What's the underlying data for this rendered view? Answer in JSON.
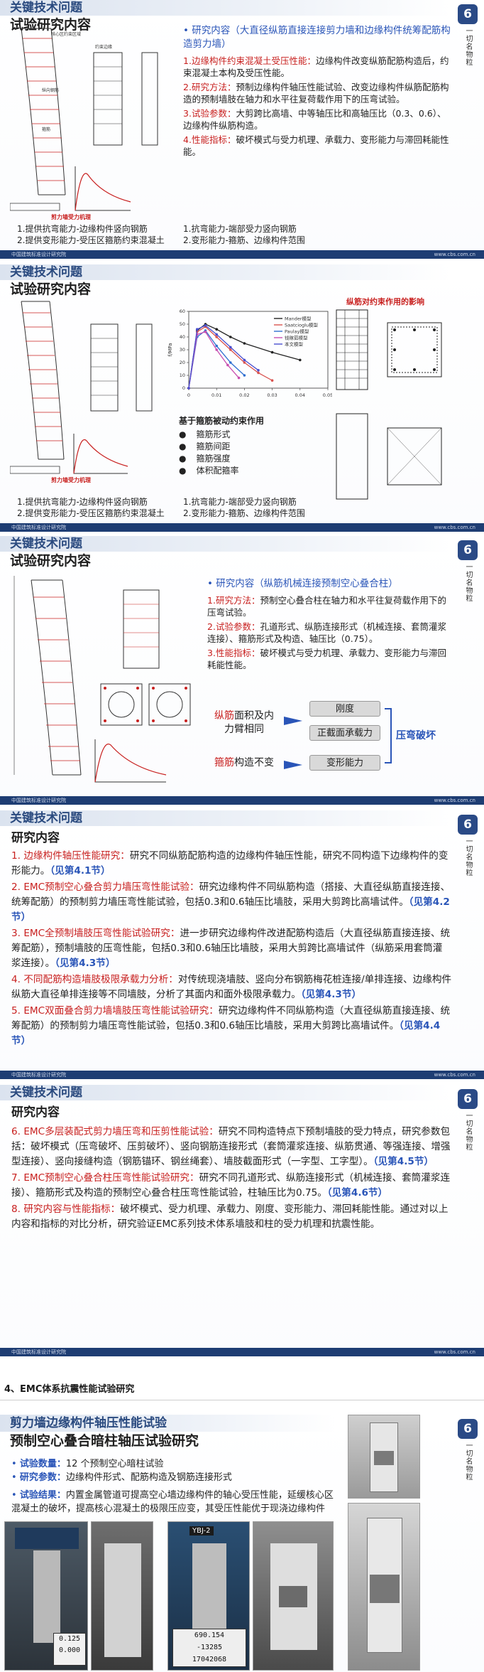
{
  "header": {
    "kicker": "关键技术问题",
    "title_research": "试验研究内容",
    "title_content": "研究内容"
  },
  "logo": {
    "badge": "6",
    "vertical": "一切名物粒"
  },
  "footer": {
    "left": "中国建筑标准设计研究院",
    "right": "www.cbs.com.cn"
  },
  "slide1": {
    "lead": "研究内容（大直径纵筋直接连接剪力墙和边缘构件统筹配筋构造剪力墙）",
    "items": [
      {
        "n": "1.",
        "label": "边缘构件约束混凝土受压性能：",
        "text": "边缘构件改变纵筋配筋构造后，约束混凝土本构及受压性能。"
      },
      {
        "n": "2.",
        "label": "研究方法：",
        "text": "预制边缘构件轴压性能试验、改变边缘构件纵筋配筋构造的预制墙肢在轴力和水平往复荷载作用下的压弯试验。"
      },
      {
        "n": "3.",
        "label": "试验参数：",
        "text": "大剪跨比高墙、中等轴压比和高轴压比（0.3、0.6）、边缘构件纵筋构造。"
      },
      {
        "n": "4.",
        "label": "性能指标：",
        "text": "破坏模式与受力机理、承载力、变形能力与滞回耗能性能。"
      }
    ],
    "caption_left": [
      "1.提供抗弯能力-边缘构件竖向钢筋",
      "2.提供变形能力-受压区箍筋约束混凝土"
    ],
    "caption_right": [
      "1.抗弯能力-端部受力竖向钢筋",
      "2.变形能力-箍筋、边缘构件范围"
    ],
    "diagram_title": "剪力墙受力机理",
    "labels": [
      "核心区约束区域",
      "纵向钢筋",
      "箍筋",
      "约束边缘"
    ]
  },
  "slide2": {
    "caption_left": [
      "1.提供抗弯能力-边缘构件竖向钢筋",
      "2.提供变形能力-受压区箍筋约束混凝土"
    ],
    "caption_right": [
      "1.抗弯能力-端部受力竖向钢筋",
      "2.变形能力-箍筋、边缘构件范围"
    ],
    "diagram_title": "剪力墙受力机理",
    "chart_caption": "纵筋对约束作用的影响",
    "mech_title": "基于箍筋被动约束作用",
    "mech_items": [
      "箍筋形式",
      "箍筋间距",
      "箍筋强度",
      "体积配箍率"
    ],
    "legend": [
      "Mander模型",
      "Saatcioglu模型",
      "Paulay模型",
      "钱稼茹模型",
      "本文模型"
    ],
    "x_ticks": [
      "0",
      "0.01",
      "0.02",
      "0.03",
      "0.04",
      "0.05"
    ],
    "y_label": "f/MPa"
  },
  "chart_data": {
    "type": "line",
    "title": "",
    "xlabel": "",
    "ylabel": "f/MPa",
    "xlim": [
      0,
      0.05
    ],
    "ylim": [
      0,
      60
    ],
    "series": [
      {
        "name": "Mander模型",
        "color": "#222222",
        "x": [
          0,
          0.003,
          0.006,
          0.01,
          0.015,
          0.02,
          0.03,
          0.04
        ],
        "y": [
          0,
          45,
          50,
          46,
          40,
          35,
          28,
          22
        ]
      },
      {
        "name": "Saatcioglu模型",
        "color": "#d9534f",
        "x": [
          0,
          0.003,
          0.006,
          0.01,
          0.015,
          0.02,
          0.025,
          0.03
        ],
        "y": [
          0,
          44,
          48,
          40,
          30,
          20,
          12,
          6
        ]
      },
      {
        "name": "Paulay模型",
        "color": "#2f6fd0",
        "x": [
          0,
          0.003,
          0.006,
          0.01,
          0.015,
          0.02
        ],
        "y": [
          0,
          40,
          45,
          33,
          20,
          10
        ]
      },
      {
        "name": "钱稼茹模型",
        "color": "#c94fb0",
        "x": [
          0,
          0.003,
          0.006,
          0.01,
          0.014,
          0.018
        ],
        "y": [
          0,
          42,
          44,
          30,
          18,
          8
        ]
      },
      {
        "name": "本文模型",
        "color": "#4a4fd0",
        "x": [
          0,
          0.003,
          0.006,
          0.01,
          0.015,
          0.02,
          0.025
        ],
        "y": [
          0,
          46,
          49,
          42,
          32,
          22,
          14
        ]
      }
    ]
  },
  "slide3": {
    "lead": "研究内容（纵筋机械连接预制空心叠合柱）",
    "items": [
      {
        "n": "1.",
        "label": "研究方法：",
        "text": "预制空心叠合柱在轴力和水平往复荷载作用下的压弯试验。"
      },
      {
        "n": "2.",
        "label": "试验参数：",
        "text": "孔道形式、纵筋连接形式（机械连接、套筒灌浆连接）、箍筋形式及构造、轴压比（0.75）。"
      },
      {
        "n": "3.",
        "label": "性能指标：",
        "text": "破坏模式与受力机理、承载力、变形能力与滞回耗能性能。"
      }
    ],
    "flow": {
      "left1a": "纵筋",
      "left1b": "面积及内",
      "left1c": "力臂相同",
      "left2a": "箍筋",
      "left2b": "构造不变",
      "box1": "刚度",
      "box2": "正截面承载力",
      "box3": "变形能力",
      "right": "压弯破坏"
    }
  },
  "slide4": {
    "title": "研究内容",
    "items": [
      {
        "n": "1.",
        "label": "边缘构件轴压性能研究：",
        "text": "研究不同纵筋配筋构造的边缘构件轴压性能，研究不同构造下边缘构件的变形能力。",
        "ref": "（见第4.1节）"
      },
      {
        "n": "2.",
        "label": "EMC预制空心叠合剪力墙压弯性能试验：",
        "text": "研究边缘构件不同纵筋构造（搭接、大直径纵筋直接连接、统筹配筋）的预制剪力墙压弯性能试验，包括0.3和0.6轴压比墙肢，采用大剪跨比高墙试件。",
        "ref": "（见第4.2节）"
      },
      {
        "n": "3.",
        "label": "EMC全预制墙肢压弯性能试验研究：",
        "text": "进一步研究边缘构件改进配筋构造后（大直径纵筋直接连接、统筹配筋），预制墙肢的压弯性能，包括0.3和0.6轴压比墙肢，采用大剪跨比高墙试件（纵筋采用套筒灌浆连接）。",
        "ref": "（见第4.3节）"
      },
      {
        "n": "4.",
        "label": "不同配筋构造墙肢极限承载力分析：",
        "text": "对传统现浇墙肢、竖向分布钢筋梅花桩连接/单排连接、边缘构件纵筋大直径单排连接等不同墙肢，分析了其面内和面外极限承载力。",
        "ref": "（见第4.3节）"
      },
      {
        "n": "5.",
        "label": "EMC双面叠合剪力墙墙肢压弯性能试验研究：",
        "text": "研究边缘构件不同纵筋构造（大直径纵筋直接连接、统筹配筋）的预制剪力墙压弯性能试验，包括0.3和0.6轴压比墙肢，采用大剪跨比高墙试件。",
        "ref": "（见第4.4节）"
      }
    ]
  },
  "slide5": {
    "title": "研究内容",
    "items": [
      {
        "n": "6.",
        "label": "EMC多层装配式剪力墙压弯和压剪性能试验：",
        "text": "研究不同构造特点下预制墙肢的受力特点，研究参数包括：破坏模式（压弯破坏、压剪破坏）、竖向钢筋连接形式（套筒灌浆连接、纵筋贯通、等强连接、增强型连接）、竖向接缝构造（钢筋锚环、钢丝绳套）、墙肢截面形式（一字型、工字型）。",
        "ref": "（见第4.5节）"
      },
      {
        "n": "7.",
        "label": "EMC预制空心叠合柱压弯性能试验研究：",
        "text": "研究不同孔道形式、纵筋连接形式（机械连接、套筒灌浆连接）、箍筋形式及构造的预制空心叠合柱压弯性能试验，柱轴压比为0.75。",
        "ref": "（见第4.6节）"
      },
      {
        "n": "8.",
        "label": "研究内容与性能指标：",
        "text": "破坏模式、受力机理、承载力、刚度、变形能力、滞回耗能性能。通过对以上内容和指标的对比分析，研究验证EMC系列技术体系墙肢和柱的受力机理和抗震性能。",
        "ref": ""
      }
    ]
  },
  "section4": {
    "heading": "4、EMC体系抗震性能试验研究"
  },
  "slide6": {
    "kicker": "剪力墙边缘构件轴压性能试验",
    "title": "预制空心叠合暗柱轴压试验研究",
    "items": [
      {
        "label": "试验数量：",
        "text": "12 个预制空心暗柱试验"
      },
      {
        "label": "研究参数：",
        "text": "边缘构件形式、配筋构造及钢筋连接形式"
      },
      {
        "label": "试验结果：",
        "text": "内置金属管道可提高空心墙边缘构件的轴心受压性能，延缓核心区混凝土的破坏，提高核心混凝土的极限压应变，其受压性能优于现浇边缘构件"
      }
    ],
    "readout1": [
      "0.125",
      "0.000"
    ],
    "readout2": [
      "690.154",
      "-13285",
      "17042068"
    ],
    "specimen": "YBJ-2"
  }
}
